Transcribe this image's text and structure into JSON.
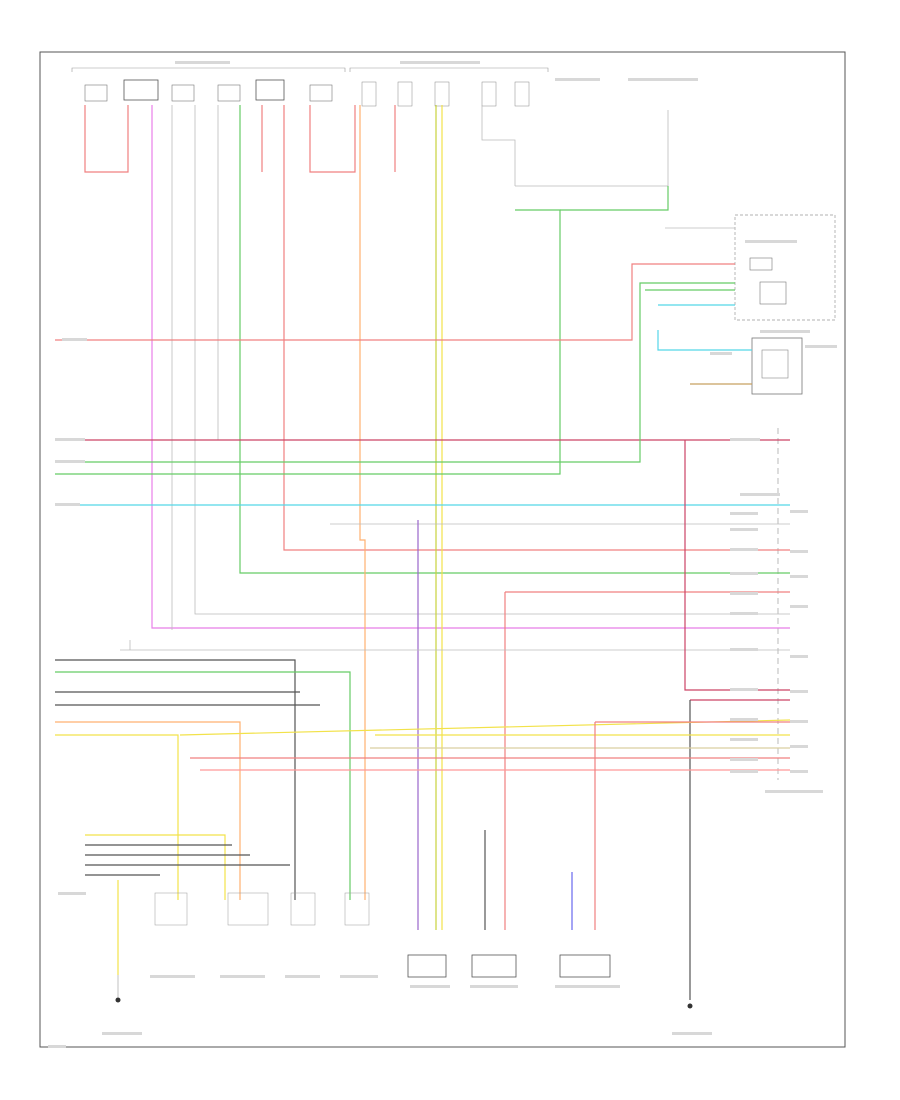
{
  "diagram": {
    "kind": "automotive wiring schematic",
    "footer_code": "",
    "wire_colors": {
      "red": "#f08080",
      "pink": "#ff9999",
      "magenta": "#e87ee8",
      "green": "#66cc66",
      "lt_green": "#99dd77",
      "yellow": "#f2e24a",
      "yellow_green": "#c8d23c",
      "orange": "#ffb070",
      "cyan": "#55d6e8",
      "brown": "#c8a060",
      "purple": "#9966cc",
      "blue": "#6666ee",
      "dark_red": "#cc4466",
      "black": "#555555",
      "gray": "#bbbbbb",
      "tan": "#d9cfa0"
    },
    "components": [
      {
        "id": "fuse-block-left",
        "icon": "fuse-block-icon"
      },
      {
        "id": "fuse-block-right",
        "icon": "fuse-block-icon"
      },
      {
        "id": "module-connector-upper-right",
        "icon": "connector-icon"
      },
      {
        "id": "module-sensor-right",
        "icon": "sensor-icon"
      },
      {
        "id": "pcm-connector-right",
        "icon": "connector-icon"
      },
      {
        "id": "injector-1",
        "icon": "injector-icon"
      },
      {
        "id": "injector-2",
        "icon": "injector-icon"
      },
      {
        "id": "injector-3",
        "icon": "injector-icon"
      },
      {
        "id": "injector-4",
        "icon": "injector-icon"
      },
      {
        "id": "sensor-a",
        "icon": "sensor-icon"
      },
      {
        "id": "sensor-b",
        "icon": "sensor-icon"
      },
      {
        "id": "sensor-c",
        "icon": "sensor-icon"
      },
      {
        "id": "ground-left",
        "icon": "ground-icon"
      },
      {
        "id": "ground-right",
        "icon": "ground-icon"
      }
    ]
  }
}
